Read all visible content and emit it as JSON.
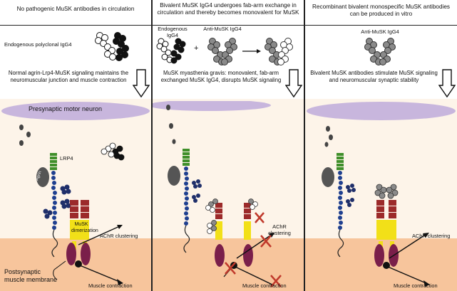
{
  "panels": [
    {
      "header": "No pathogenic MuSK antibodies in circulation",
      "antibody_label": "Endogenous polyclonal IgG4",
      "mechanism": "Normal agrin-Lrp4-MuSK signaling maintains the neuromuscular junction and muscle contraction",
      "neuron_label": "Presynaptic motor neuron",
      "lrp4_label": "LRP4",
      "agrin_label": "Agrin",
      "musk_label": "MuSK dimerization",
      "achr_label": "AChR clustering",
      "contraction_label": "Muscle contraction",
      "membrane_label": "Postsynaptic muscle membrane"
    },
    {
      "header": "Bivalent MuSK IgG4 undergoes fab-arm exchange in circulation and thereby becomes monovalent for MuSK",
      "antibody_label_1": "Endogenous IgG4",
      "antibody_label_2": "Anti-MuSK IgG4",
      "plus": "+",
      "mechanism": "MuSK myasthenia gravis: monovalent, fab-arm exchanged MuSK IgG4, disrupts MuSK signaling",
      "achr_label": "AChR clustering",
      "contraction_label": "Muscle contraction"
    },
    {
      "header": "Recombinant bivalent monospecific MuSK antibodies can be produced in vitro",
      "antibody_label": "Anti-MuSK IgG4",
      "mechanism": "Bivalent MuSK antibodies stimulate MuSK signaling and neuromuscular synaptic stability",
      "achr_label": "AChR clustering",
      "contraction_label": "Muscle contraction"
    }
  ],
  "colors": {
    "cell_bg": "#fdf4e9",
    "membrane": "#f7c59c",
    "neuron": "#c8b6dd",
    "lrp4": "#3f8f2a",
    "agrin": "#555555",
    "musk": "#9c2a2a",
    "achr_yellow": "#f2e018",
    "channel": "#7a1f4a",
    "beads": "#1f3f8f",
    "cross": "#c0392b"
  }
}
